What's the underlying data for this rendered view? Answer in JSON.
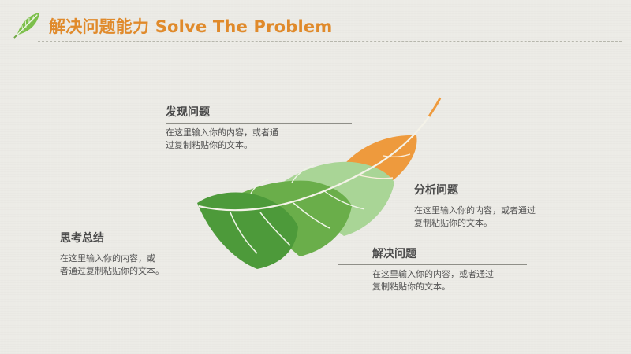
{
  "header": {
    "title": "解决问题能力 Solve The Problem"
  },
  "sections": [
    {
      "title": "发现问题",
      "line1": "在这里输入你的内容，或者通",
      "line2": "过复制粘贴你的文本。"
    },
    {
      "title": "分析问题",
      "line1": "在这里输入你的内容，或者通过",
      "line2": "复制粘贴你的文本。"
    },
    {
      "title": "解决问题",
      "line1": "在这里输入你的内容，或者通过",
      "line2": "复制粘贴你的文本。"
    },
    {
      "title": "思考总结",
      "line1": "在这里输入你的内容，或",
      "line2": "者通过复制粘贴你的文本。"
    }
  ],
  "colors": {
    "accent_orange": "#e08a2b",
    "feather_dark_green": "#4d9a3a",
    "feather_mid_green": "#6aae4a",
    "feather_light_green": "#a9d596",
    "feather_orange": "#ee9a3d",
    "title_text": "#4a4a4a",
    "body_text": "#555555"
  }
}
